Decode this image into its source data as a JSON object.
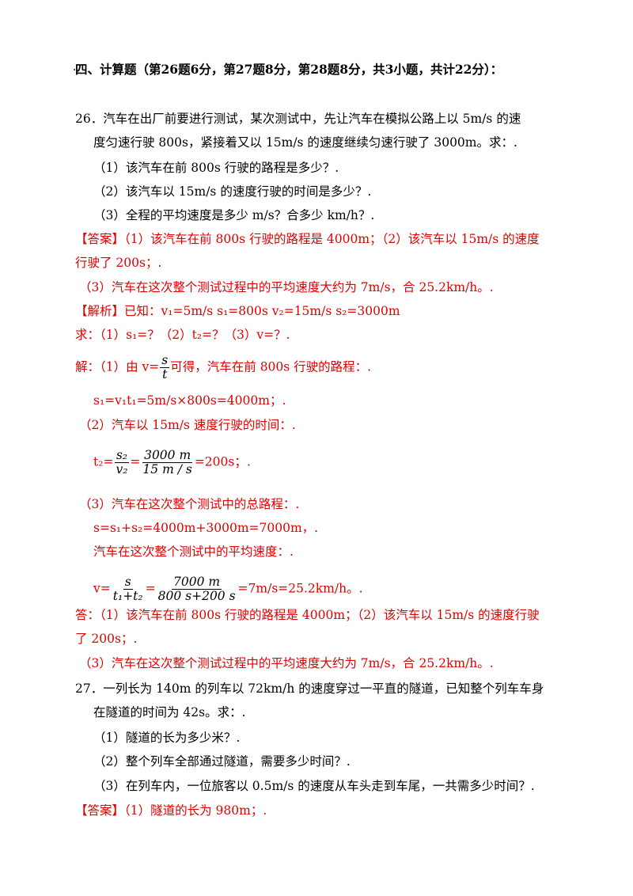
{
  "section_title": "四、计算题（第26题6分，第27题8分，第28题8分，共3小题，共计22分）：",
  "q26": {
    "l1": "26．汽车在出厂前要进行测试，某次测试中，先让汽车在模拟公路上以 5m/s 的速",
    "l2": "度匀速行驶 800s，紧接着又以 15m/s 的速度继续匀速行驶了 3000m。求：.",
    "p1": "（1）该汽车在前 800s 行驶的路程是多少？.",
    "p2": "（2）该汽车以 15m/s 的速度行驶的时间是多少？.",
    "p3": "（3）全程的平均速度是多少 m/s？合多少 km/h？.",
    "ans1": "【答案】（1）该汽车在前 800s 行驶的路程是 4000m；（2）该汽车以 15m/s 的速度",
    "ans2": "行驶了 200s；.",
    "ans3": "（3）汽车在这次整个测试过程中的平均速度大约为 7m/s，合 25.2km/h。.",
    "analysis": "【解析】已知：v₁=5m/s   s₁=800s   v₂=15m/s   s₂=3000m",
    "seek": "求：（1）s₁=？（2）t₂=？（3）v=？.",
    "sol_pre": "解：（1）由 v=",
    "sol_num": "s",
    "sol_den": "t",
    "sol_post": "可得，汽车在前 800s 行驶的路程：.",
    "s1_calc": "s₁=v₁t₁=5m/s×800s=4000m；.",
    "p2_head": "（2）汽车以 15m/s 速度行驶的时间：.",
    "t2_pre": "t₂=",
    "t2_f1_num": "s₂",
    "t2_f1_den": "v₂",
    "t2_eq": "=",
    "t2_f2_num": "3000 m",
    "t2_f2_den": "15 m / s",
    "t2_post": "=200s；.",
    "p3_head": "（3）汽车在这次整个测试中的总路程：.",
    "s_total": "s=s₁+s₂=4000m+3000m=7000m，.",
    "avg_head": "汽车在这次整个测试中的平均速度：.",
    "v_pre": "v=",
    "v_f1_num": "s",
    "v_f1_den": "t₁+t₂",
    "v_eq": "=",
    "v_f2_num": "7000 m",
    "v_f2_den": "800 s+200 s",
    "v_post": "=7m/s=25.2km/h。.",
    "final1": "答：（1）该汽车在前 800s 行驶的路程是 4000m；（2）该汽车以 15m/s 的速度行驶",
    "final2": "了 200s；.",
    "final3": "（3）汽车在这次整个测试过程中的平均速度大约为 7m/s，合 25.2km/h。."
  },
  "q27": {
    "l1": "27．一列长为 140m 的列车以 72km/h 的速度穿过一平直的隧道，已知整个列车车身",
    "l2": "在隧道的时间为 42s。求：.",
    "p1": "（1）隧道的长为多少米？.",
    "p2": "（2）整个列车全部通过隧道，需要多少时间？.",
    "p3": "（3）在列车内，一位旅客以 0.5m/s 的速度从车头走到车尾，一共需多少时间？.",
    "ans1": "【答案】（1）隧道的长为 980m；."
  }
}
